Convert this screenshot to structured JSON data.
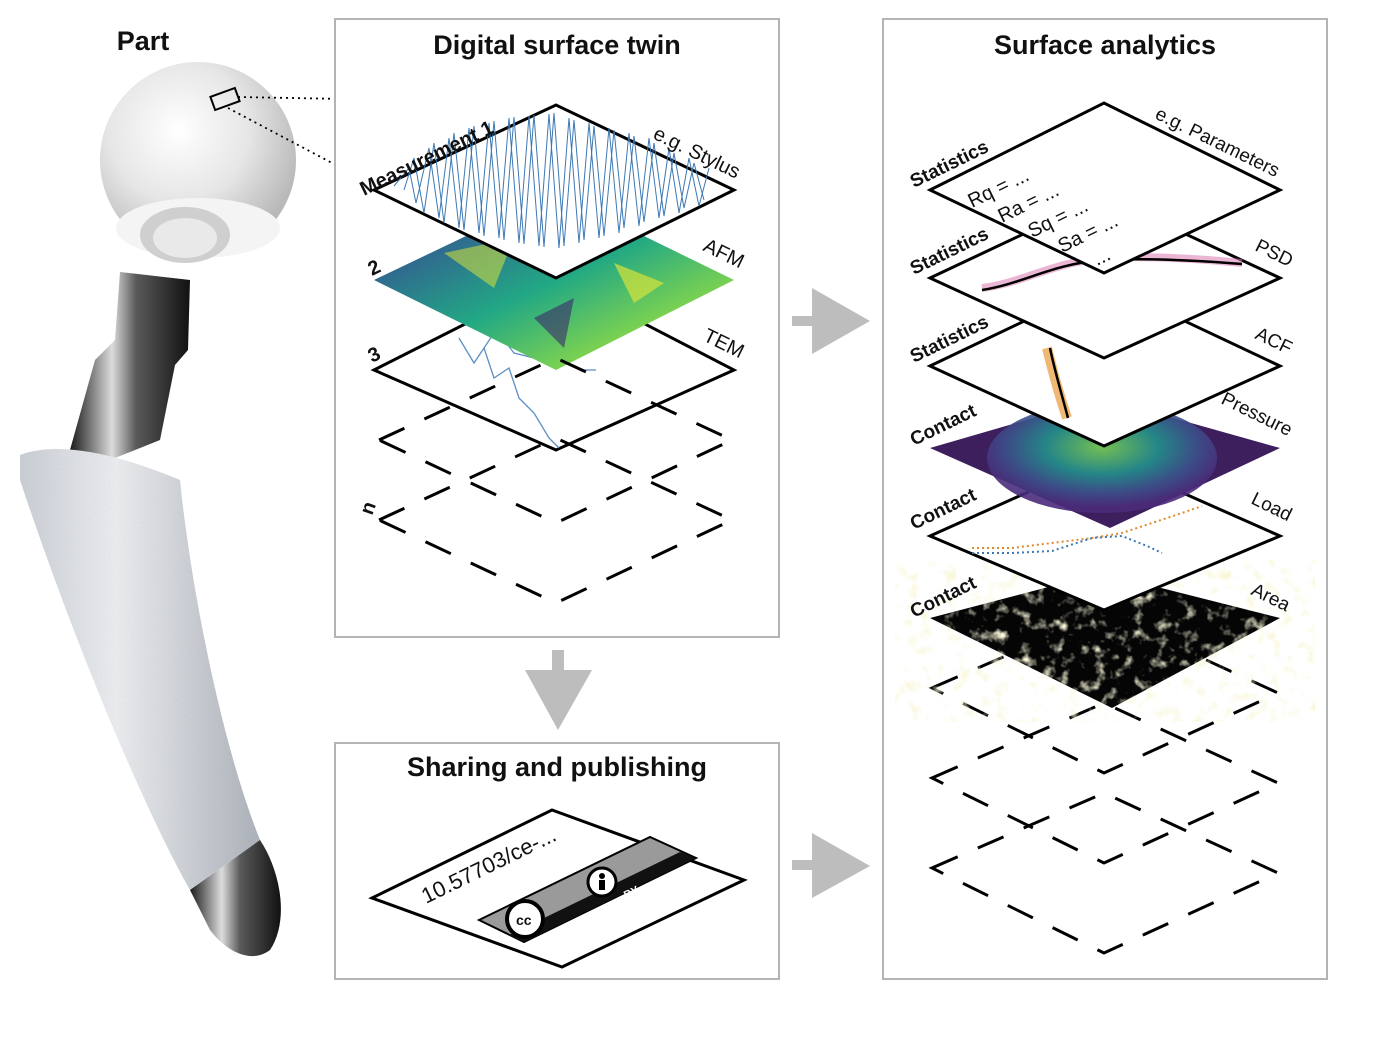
{
  "titles": {
    "part": "Part",
    "twin": "Digital surface twin",
    "analytics": "Surface analytics",
    "sharing": "Sharing and publishing"
  },
  "twin_layers": [
    {
      "left": "Measurement 1",
      "right": "e.g. Stylus"
    },
    {
      "left": "2",
      "right": "AFM"
    },
    {
      "left": "3",
      "right": "TEM"
    },
    {
      "left": "n",
      "right": ""
    }
  ],
  "analytics_layers": [
    {
      "left": "Statistics",
      "right": "e.g. Parameters"
    },
    {
      "left": "Statistics",
      "right": "PSD"
    },
    {
      "left": "Statistics",
      "right": "ACF"
    },
    {
      "left": "Contact",
      "right": "Pressure"
    },
    {
      "left": "Contact",
      "right": "Load"
    },
    {
      "left": "Contact",
      "right": "Area"
    }
  ],
  "parameters": [
    "Rq = ...",
    "Ra = ...",
    "Sq = ...",
    "Sa = ...",
    "..."
  ],
  "publishing": {
    "doi": "10.57703/ce-...",
    "license_cc": "cc",
    "license_by": "BY"
  },
  "colors": {
    "border": "#b4b4b4",
    "arrow": "#bdbdbd",
    "stylus": "#3c78b4",
    "viridis_dark": "#3b2a6b",
    "viridis_light": "#d7e23a"
  }
}
